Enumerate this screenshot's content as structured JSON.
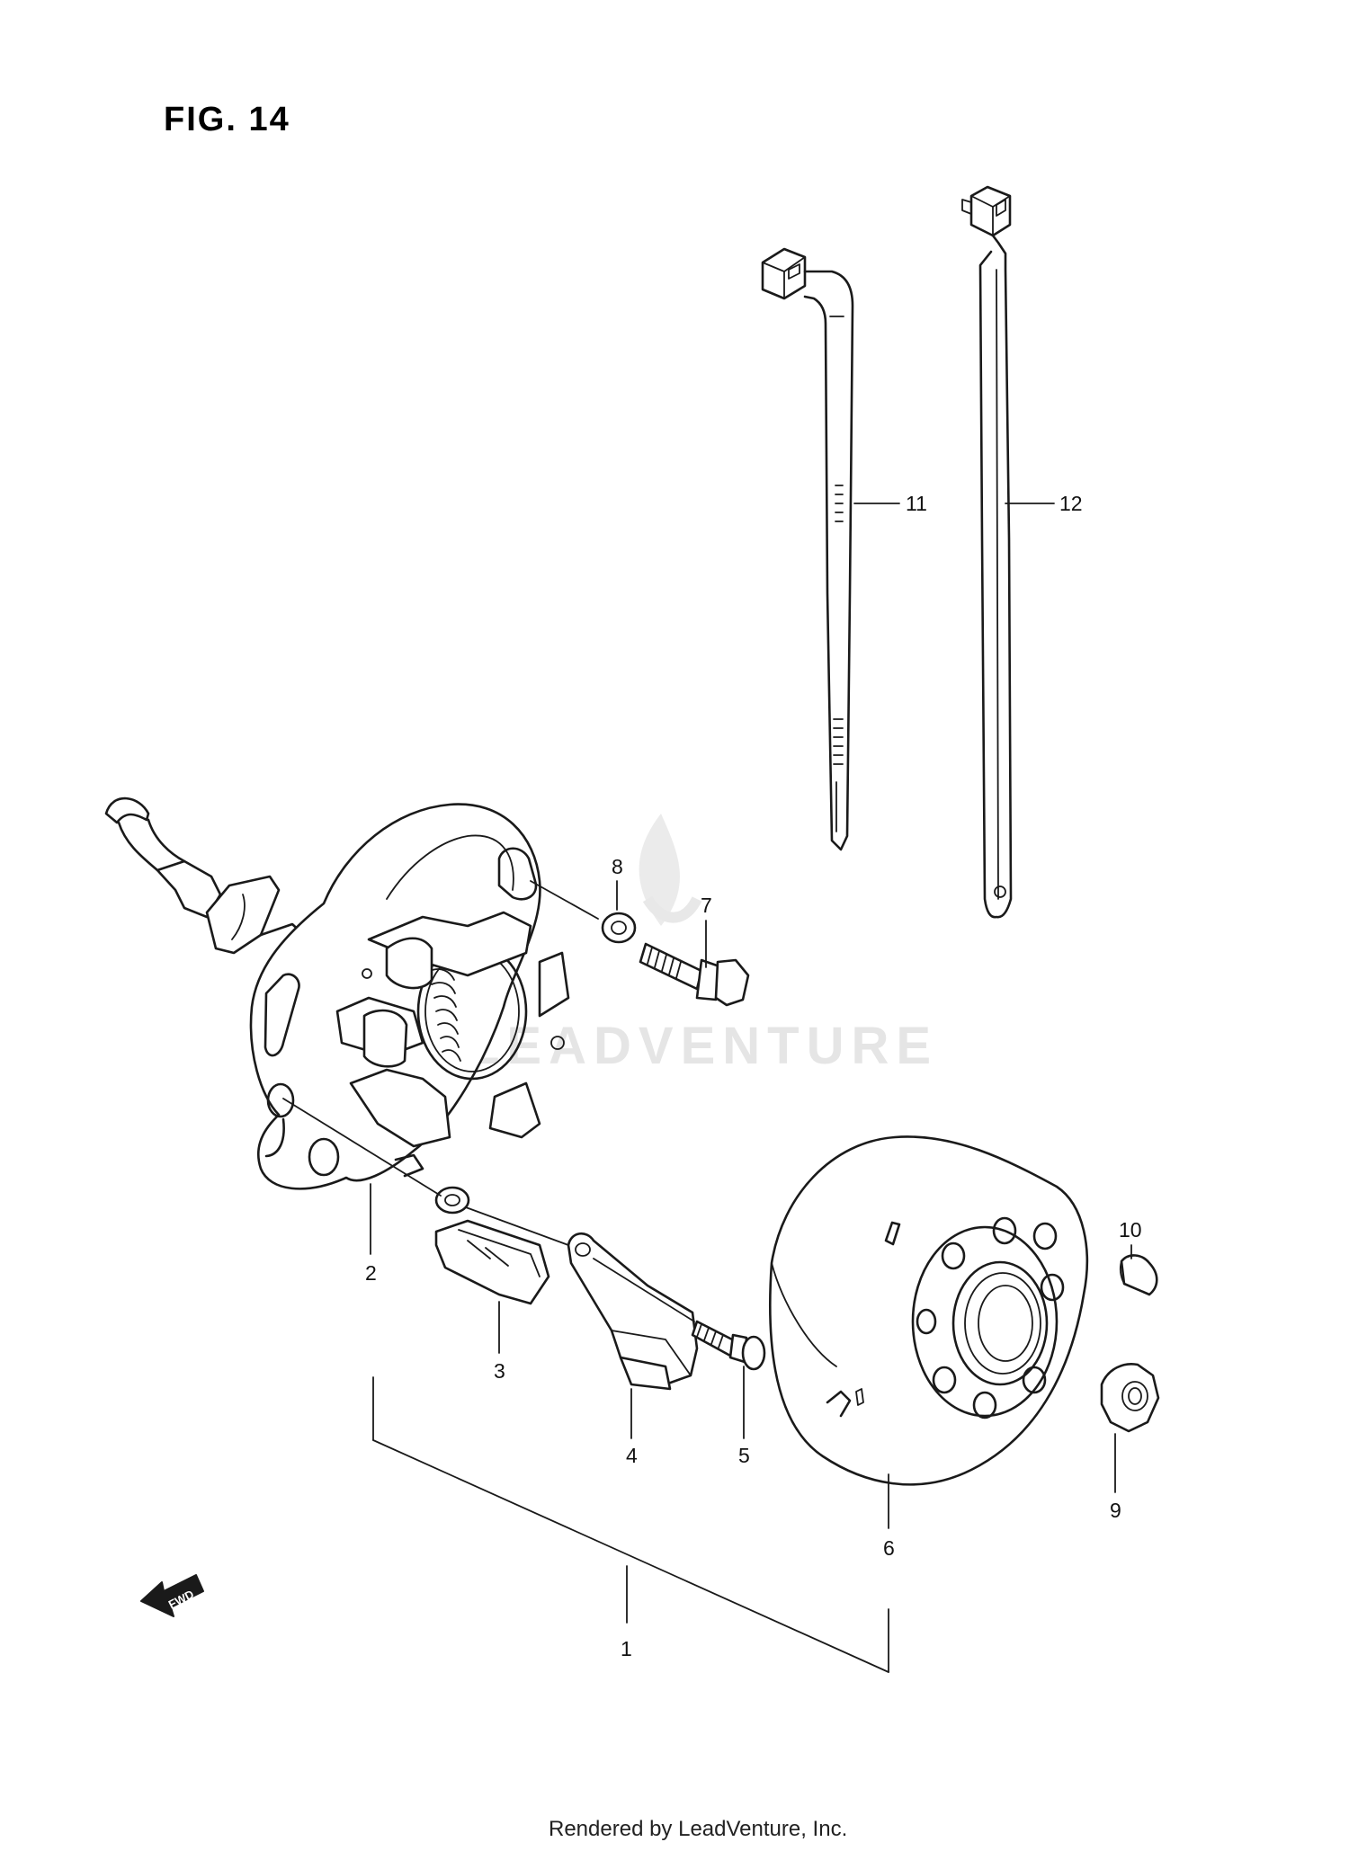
{
  "figure": {
    "title": "FIG. 14",
    "fwd_label": "FWD",
    "watermark_text": "LEADVENTURE",
    "footer": "Rendered by LeadVenture, Inc."
  },
  "callouts": [
    {
      "id": "1",
      "label": "1"
    },
    {
      "id": "2",
      "label": "2"
    },
    {
      "id": "3",
      "label": "3"
    },
    {
      "id": "4",
      "label": "4"
    },
    {
      "id": "5",
      "label": "5"
    },
    {
      "id": "6",
      "label": "6"
    },
    {
      "id": "7",
      "label": "7"
    },
    {
      "id": "8",
      "label": "8"
    },
    {
      "id": "9",
      "label": "9"
    },
    {
      "id": "10",
      "label": "10"
    },
    {
      "id": "11",
      "label": "11"
    },
    {
      "id": "12",
      "label": "12"
    }
  ],
  "parts": [
    {
      "callout": "1",
      "icon": "magneto-assembly-bracket-icon"
    },
    {
      "callout": "2",
      "icon": "stator-icon"
    },
    {
      "callout": "3",
      "icon": "grommet-icon"
    },
    {
      "callout": "4",
      "icon": "clamp-icon"
    },
    {
      "callout": "5",
      "icon": "screw-icon"
    },
    {
      "callout": "6",
      "icon": "rotor-flywheel-icon"
    },
    {
      "callout": "7",
      "icon": "bolt-icon"
    },
    {
      "callout": "8",
      "icon": "washer-icon"
    },
    {
      "callout": "9",
      "icon": "nut-icon"
    },
    {
      "callout": "10",
      "icon": "key-icon"
    },
    {
      "callout": "11",
      "icon": "cable-tie-icon"
    },
    {
      "callout": "12",
      "icon": "cable-tie-icon"
    }
  ],
  "colors": {
    "ink": "#1a1a1a",
    "background": "#ffffff",
    "watermark": "#d0d0d0"
  }
}
